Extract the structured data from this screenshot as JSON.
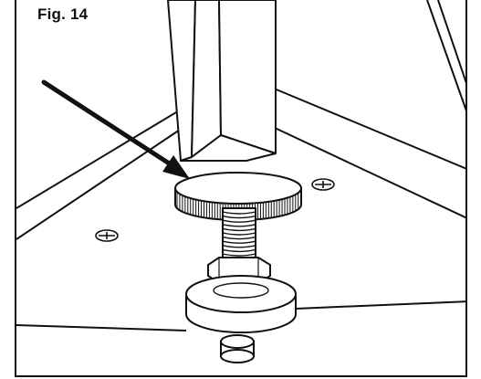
{
  "figure": {
    "label": "Fig. 14"
  },
  "colors": {
    "line": "#111111",
    "background": "#ffffff",
    "shade": "#e9e9e9"
  },
  "icons": [
    "arrow-pointer",
    "screw-head",
    "leveling-foot"
  ]
}
